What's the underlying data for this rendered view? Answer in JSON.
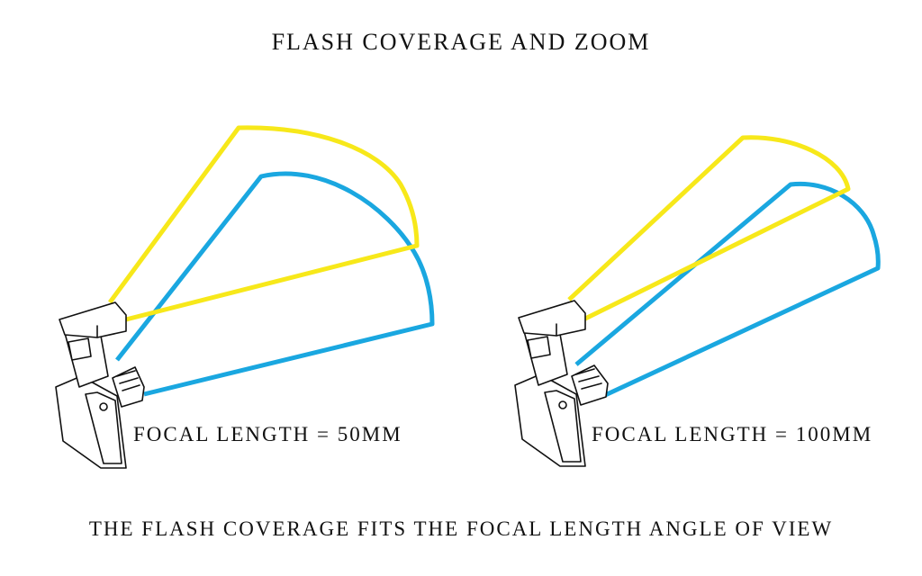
{
  "title": "Flash coverage and zoom",
  "diagrams": [
    {
      "caption": "Focal length = 50mm"
    },
    {
      "caption": "Focal length = 100mm"
    }
  ],
  "footer": "The flash coverage fits the focal length angle of view",
  "colors": {
    "flash_coverage": "#f7e81a",
    "lens_angle_of_view": "#1aa7e0"
  },
  "icons": [
    "camera-with-flash-icon",
    "camera-with-flash-icon"
  ]
}
